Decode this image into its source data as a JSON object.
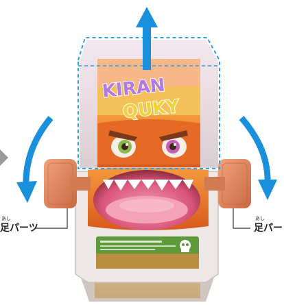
{
  "labels": {
    "left_main": "足パーツ",
    "left_ruby": "あし",
    "right_main": "足パー",
    "right_ruby": "あし"
  },
  "package": {
    "logo_line1": "KIRAN",
    "logo_line2": "QUKY"
  },
  "colors": {
    "arrow_blue": "#1a8fdc",
    "dashed_outline": "#2f9ee6",
    "orange_body": "#e8742a",
    "leg_orange": "#e0855a",
    "mouth_pink": "#e8718f",
    "card_green": "#5f9a3a",
    "card_gold": "#b88a3a"
  },
  "icons": [
    "arrow-up-icon",
    "curved-arrow-left-icon",
    "curved-arrow-right-icon"
  ]
}
